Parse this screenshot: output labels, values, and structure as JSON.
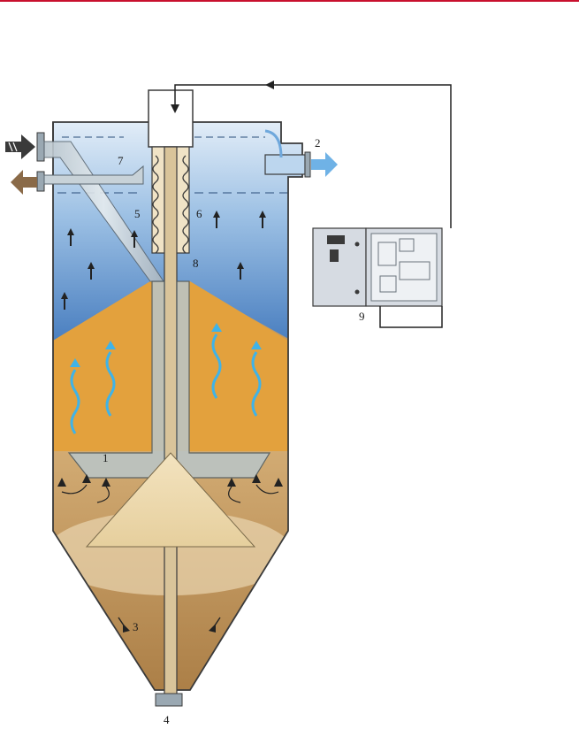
{
  "colors": {
    "accent_line": "#c8102e",
    "water_top": "#dbe9f5",
    "water_mid": "#8fb8e0",
    "water_deep": "#4f86c4",
    "sand_bed": "#e3a13d",
    "sludge": "#c9a06a",
    "sludge_dark": "#b8894d",
    "inlet_arrow": "#3a3a3a",
    "outlet_arrow": "#6fb2e6",
    "upflow_arrow": "#3fb3e8",
    "cabinet": "#d6dbe2"
  },
  "labels": {
    "n1": "1",
    "n2": "2",
    "n3": "3",
    "n4": "4",
    "n5": "5",
    "n6": "6",
    "n7": "7",
    "n8": "8",
    "n9": "9"
  },
  "icons": {
    "inlet": "inlet-arrow-icon",
    "reject": "reject-arrow-icon",
    "outlet": "outlet-arrow-icon",
    "upflow": "wavy-upflow-arrow-icon",
    "flow": "flow-arrow-icon"
  }
}
